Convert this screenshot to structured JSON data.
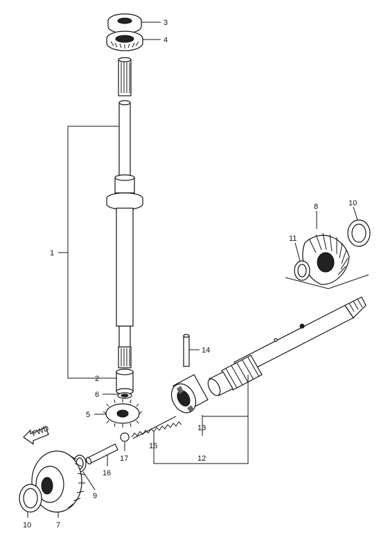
{
  "callouts": {
    "c1": "1",
    "c2": "2",
    "c3": "3",
    "c4": "4",
    "c5": "5",
    "c6": "6",
    "c7": "7",
    "c8": "8",
    "c9": "9",
    "c10a": "10",
    "c10b": "10",
    "c11": "11",
    "c12": "12",
    "c13": "13",
    "c14": "14",
    "c15": "15",
    "c16": "16",
    "c17": "17"
  },
  "fwd_label": "FWD"
}
